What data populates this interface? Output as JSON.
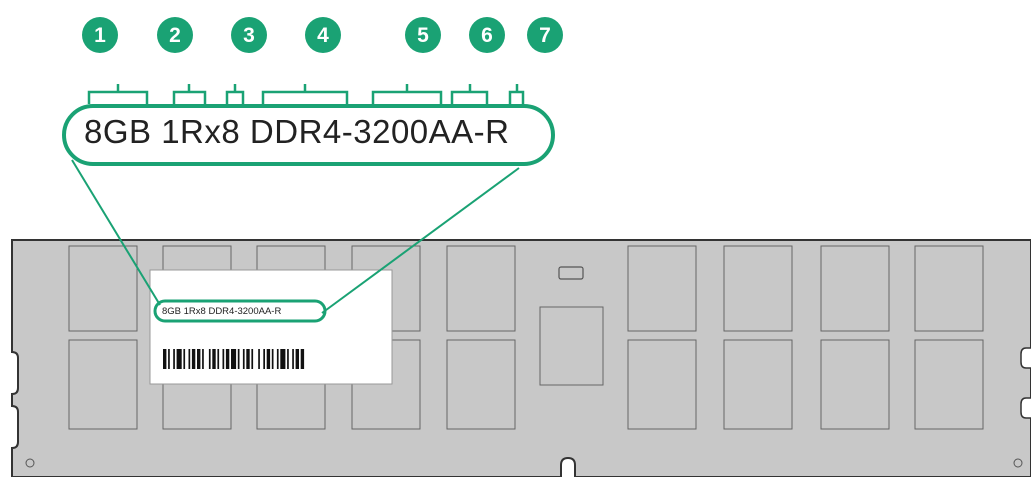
{
  "label_text": "8GB 1Rx8 DDR4-3200AA-R",
  "callouts": [
    {
      "number": "1"
    },
    {
      "number": "2"
    },
    {
      "number": "3"
    },
    {
      "number": "4"
    },
    {
      "number": "5"
    },
    {
      "number": "6"
    },
    {
      "number": "7"
    }
  ],
  "colors": {
    "callout": "#1aa274",
    "highlight": "#1aa274",
    "module_fill": "#c8c8c8",
    "chip_fill": "#c8c8c8",
    "outline": "#333333",
    "label_fill": "#ffffff"
  }
}
